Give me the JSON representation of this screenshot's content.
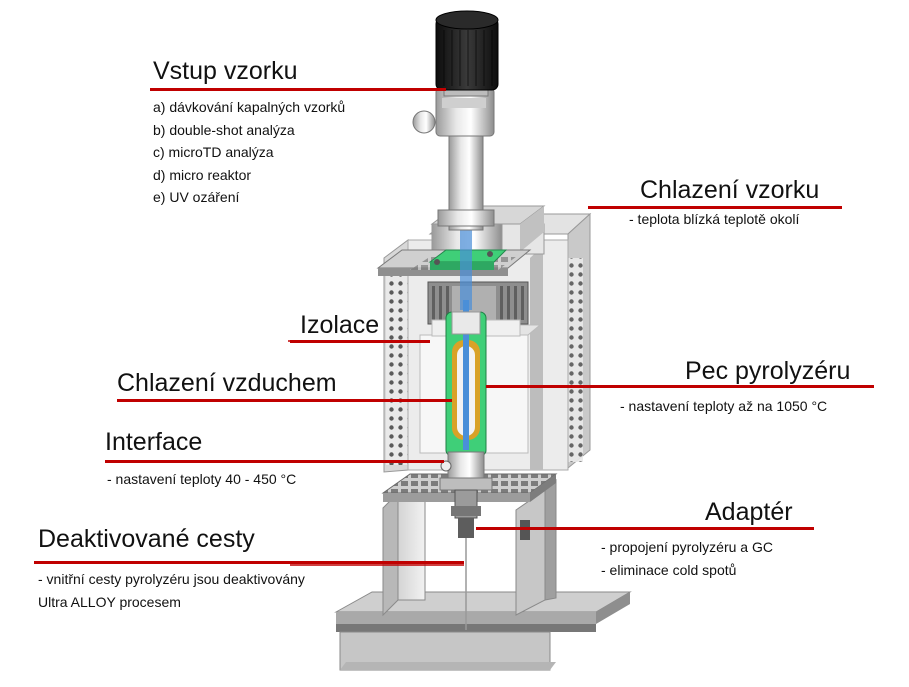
{
  "accent_color": "#c00000",
  "labels": {
    "sample_input": {
      "title": "Vstup vzorku",
      "items": [
        "a) dávkování kapalných vzorků",
        "b) double-shot analýza",
        "c) microTD analýza",
        "d) micro reaktor",
        "e) UV ozáření"
      ]
    },
    "sample_cooling": {
      "title": "Chlazení vzorku",
      "items": [
        "- teplota blízká teplotě okolí"
      ]
    },
    "insulation": {
      "title": "Izolace"
    },
    "furnace": {
      "title": "Pec pyrolyzéru",
      "items": [
        "- nastavení teploty až na 1050 °C"
      ]
    },
    "air_cooling": {
      "title": "Chlazení vzduchem"
    },
    "interface": {
      "title": "Interface",
      "items": [
        "- nastavení teploty 40 - 450 °C"
      ]
    },
    "adapter": {
      "title": "Adaptér",
      "items": [
        "- propojení pyrolyzéru a GC",
        "- eliminace cold spotů"
      ]
    },
    "deactivated_paths": {
      "title": "Deaktivované cesty",
      "items": [
        "- vnitřní cesty pyrolyzéru jsou deaktivovány",
        "Ultra ALLOY procesem"
      ]
    }
  },
  "illustration": {
    "name": "pyrolyzer-cutaway",
    "colors": {
      "metal_light": "#e4e4e4",
      "metal_mid": "#b9b9b9",
      "metal_dark": "#6e6e6e",
      "black_cap": "#1c1c1c",
      "green": "#3fcf78",
      "blue": "#4a8fd8",
      "gold": "#d9a227",
      "white_insulation": "#f7f7f7"
    }
  }
}
